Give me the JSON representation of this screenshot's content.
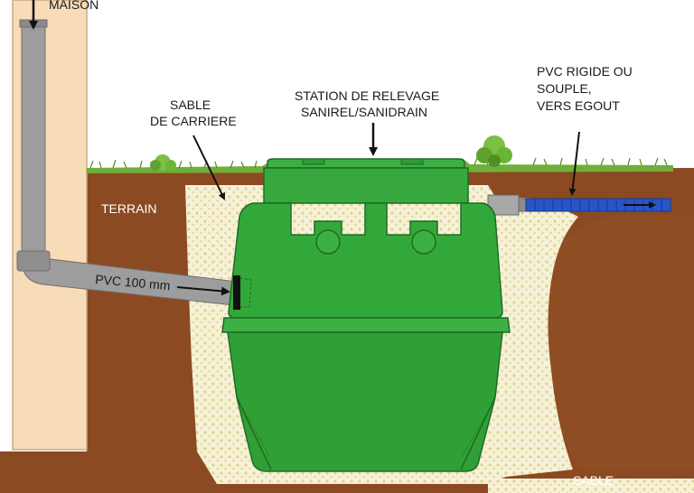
{
  "labels": {
    "maison": "MAISON",
    "sable_carriere_1": "SABLE",
    "sable_carriere_2": "DE CARRIERE",
    "station_1": "STATION DE RELEVAGE",
    "station_2": "SANIREL/SANIDRAIN",
    "pvc_rigide_1": "PVC RIGIDE OU",
    "pvc_rigide_2": "SOUPLE,",
    "pvc_rigide_3": "VERS EGOUT",
    "terrain": "TERRAIN",
    "pvc_100": "PVC 100 mm",
    "sable": "SABLE"
  },
  "colors": {
    "soil": "#8b4a22",
    "house_wall": "#f8dcb8",
    "sand": "#f4f0d8",
    "sand_dots": "#ddd37a",
    "grass": "#6fae3a",
    "tank": "#33a83a",
    "tank_dark": "#1f6a24",
    "pipe_grey": "#9a9a9a",
    "pipe_blue": "#2a55c8"
  },
  "icons": {
    "down_arrow": "arrow-down-icon",
    "right_arrow": "arrow-right-icon",
    "bush": "bush-icon"
  }
}
